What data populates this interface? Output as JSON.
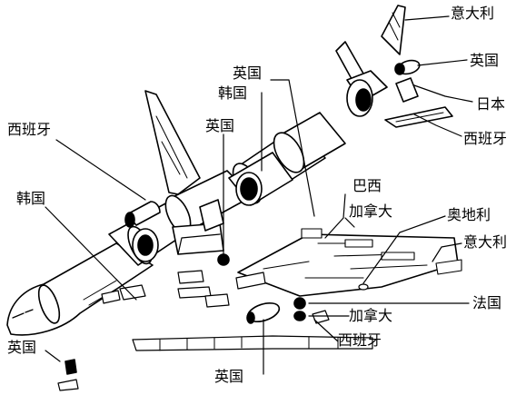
{
  "diagram": {
    "labels": {
      "italy_tail_fin": "意大利",
      "uk_tail_engine": "英国",
      "japan_tail_cone": "日本",
      "spain_tail_plane": "西班牙",
      "uk_wing_engine": "英国",
      "korea_upper": "韩国",
      "uk_mid": "英国",
      "spain_fin": "西班牙",
      "korea_fuselage": "韩国",
      "brazil": "巴西",
      "canada_wing": "加拿大",
      "austria": "奥地利",
      "italy_wing": "意大利",
      "france": "法国",
      "canada_part": "加拿大",
      "spain_part": "西班牙",
      "uk_nose_gear": "英国",
      "uk_engine_bottom": "英国"
    },
    "colors": {
      "line": "#000000",
      "background": "#ffffff"
    }
  }
}
